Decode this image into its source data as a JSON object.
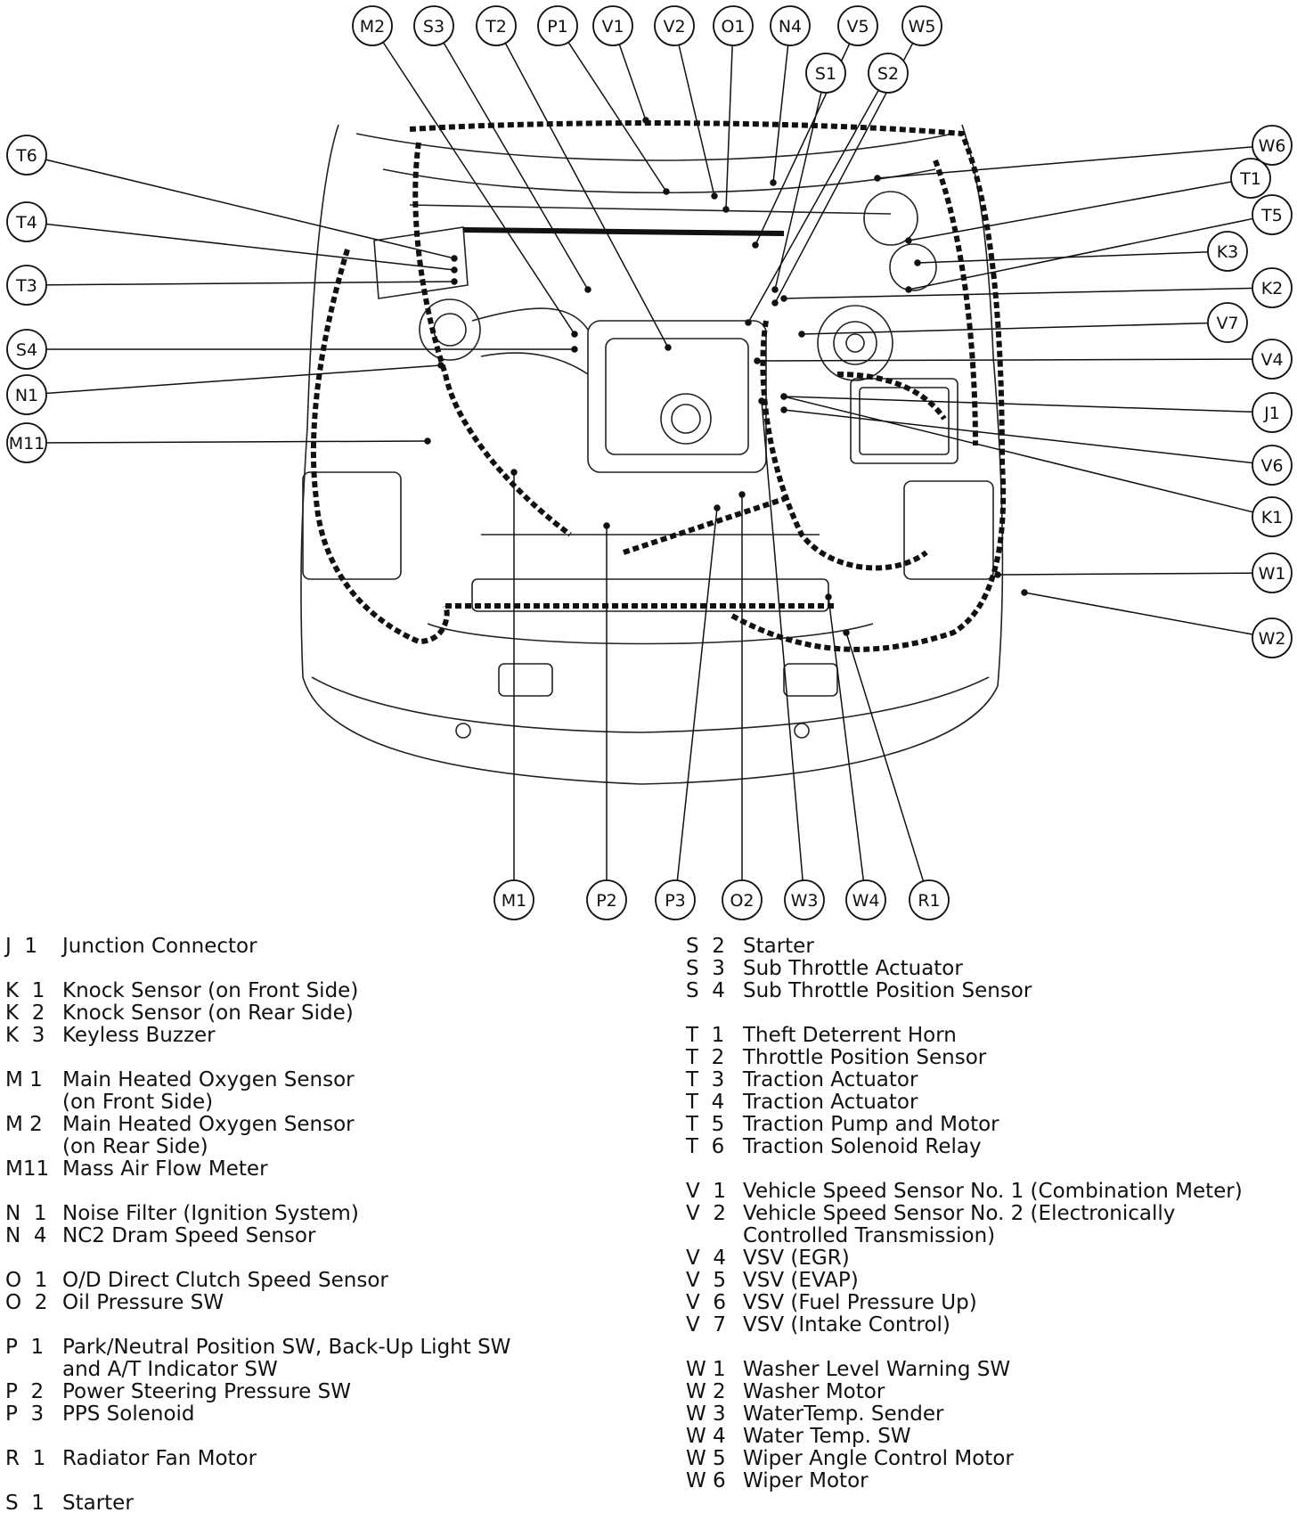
{
  "diagram": {
    "callouts": [
      {
        "id": "M2",
        "label": "M2"
      },
      {
        "id": "S3",
        "label": "S3"
      },
      {
        "id": "T2",
        "label": "T2"
      },
      {
        "id": "P1",
        "label": "P1"
      },
      {
        "id": "V1",
        "label": "V1"
      },
      {
        "id": "V2",
        "label": "V2"
      },
      {
        "id": "O1",
        "label": "O1"
      },
      {
        "id": "N4",
        "label": "N4"
      },
      {
        "id": "V5",
        "label": "V5"
      },
      {
        "id": "W5",
        "label": "W5"
      },
      {
        "id": "S1",
        "label": "S1"
      },
      {
        "id": "S2",
        "label": "S2"
      },
      {
        "id": "T6",
        "label": "T6"
      },
      {
        "id": "T4",
        "label": "T4"
      },
      {
        "id": "T3",
        "label": "T3"
      },
      {
        "id": "S4",
        "label": "S4"
      },
      {
        "id": "N1",
        "label": "N1"
      },
      {
        "id": "M11",
        "label": "M11"
      },
      {
        "id": "W6",
        "label": "W6"
      },
      {
        "id": "T1",
        "label": "T1"
      },
      {
        "id": "T5",
        "label": "T5"
      },
      {
        "id": "K3",
        "label": "K3"
      },
      {
        "id": "K2",
        "label": "K2"
      },
      {
        "id": "V7",
        "label": "V7"
      },
      {
        "id": "V4",
        "label": "V4"
      },
      {
        "id": "J1",
        "label": "J1"
      },
      {
        "id": "V6",
        "label": "V6"
      },
      {
        "id": "K1",
        "label": "K1"
      },
      {
        "id": "W1",
        "label": "W1"
      },
      {
        "id": "W2",
        "label": "W2"
      },
      {
        "id": "M1",
        "label": "M1"
      },
      {
        "id": "P2",
        "label": "P2"
      },
      {
        "id": "P3",
        "label": "P3"
      },
      {
        "id": "O2",
        "label": "O2"
      },
      {
        "id": "W3",
        "label": "W3"
      },
      {
        "id": "W4",
        "label": "W4"
      },
      {
        "id": "R1",
        "label": "R1"
      }
    ]
  },
  "legend": {
    "left": [
      [
        {
          "code": "J  1",
          "text": "Junction Connector"
        }
      ],
      [
        {
          "code": "K  1",
          "text": "Knock Sensor (on Front Side)"
        },
        {
          "code": "K  2",
          "text": "Knock Sensor (on Rear Side)"
        },
        {
          "code": "K  3",
          "text": "Keyless Buzzer"
        }
      ],
      [
        {
          "code": "M 1",
          "text": "Main Heated Oxygen Sensor"
        },
        {
          "code": "",
          "text": "(on Front Side)"
        },
        {
          "code": "M 2",
          "text": "Main Heated Oxygen Sensor"
        },
        {
          "code": "",
          "text": "(on Rear Side)"
        },
        {
          "code": "M11",
          "text": "Mass Air Flow Meter"
        }
      ],
      [
        {
          "code": "N  1",
          "text": "Noise Filter (Ignition System)"
        },
        {
          "code": "N  4",
          "text": "NC2 Dram Speed Sensor"
        }
      ],
      [
        {
          "code": "O  1",
          "text": "O/D Direct Clutch Speed Sensor"
        },
        {
          "code": "O  2",
          "text": "Oil Pressure SW"
        }
      ],
      [
        {
          "code": "P  1",
          "text": "Park/Neutral Position SW, Back-Up Light SW"
        },
        {
          "code": "",
          "text": "and A/T Indicator SW"
        },
        {
          "code": "P  2",
          "text": "Power Steering Pressure SW"
        },
        {
          "code": "P  3",
          "text": "PPS Solenoid"
        }
      ],
      [
        {
          "code": "R  1",
          "text": "Radiator Fan Motor"
        }
      ],
      [
        {
          "code": "S  1",
          "text": "Starter"
        }
      ]
    ],
    "right": [
      [
        {
          "code": "S  2",
          "text": "Starter"
        },
        {
          "code": "S  3",
          "text": "Sub Throttle Actuator"
        },
        {
          "code": "S  4",
          "text": "Sub Throttle Position Sensor"
        }
      ],
      [
        {
          "code": "T  1",
          "text": "Theft Deterrent Horn"
        },
        {
          "code": "T  2",
          "text": "Throttle Position Sensor"
        },
        {
          "code": "T  3",
          "text": "Traction Actuator"
        },
        {
          "code": "T  4",
          "text": "Traction Actuator"
        },
        {
          "code": "T  5",
          "text": "Traction Pump and Motor"
        },
        {
          "code": "T  6",
          "text": "Traction Solenoid Relay"
        }
      ],
      [
        {
          "code": "V  1",
          "text": "Vehicle Speed Sensor No. 1 (Combination Meter)"
        },
        {
          "code": "V  2",
          "text": "Vehicle Speed Sensor No. 2 (Electronically"
        },
        {
          "code": "",
          "text": "Controlled Transmission)"
        },
        {
          "code": "V  4",
          "text": "VSV (EGR)"
        },
        {
          "code": "V  5",
          "text": "VSV (EVAP)"
        },
        {
          "code": "V  6",
          "text": "VSV (Fuel Pressure Up)"
        },
        {
          "code": "V  7",
          "text": "VSV (Intake Control)"
        }
      ],
      [
        {
          "code": "W 1",
          "text": "Washer Level Warning SW"
        },
        {
          "code": "W 2",
          "text": "Washer Motor"
        },
        {
          "code": "W 3",
          "text": "WaterTemp. Sender"
        },
        {
          "code": "W 4",
          "text": "Water Temp. SW"
        },
        {
          "code": "W 5",
          "text": "Wiper Angle Control Motor"
        },
        {
          "code": "W 6",
          "text": "Wiper Motor"
        }
      ]
    ]
  }
}
